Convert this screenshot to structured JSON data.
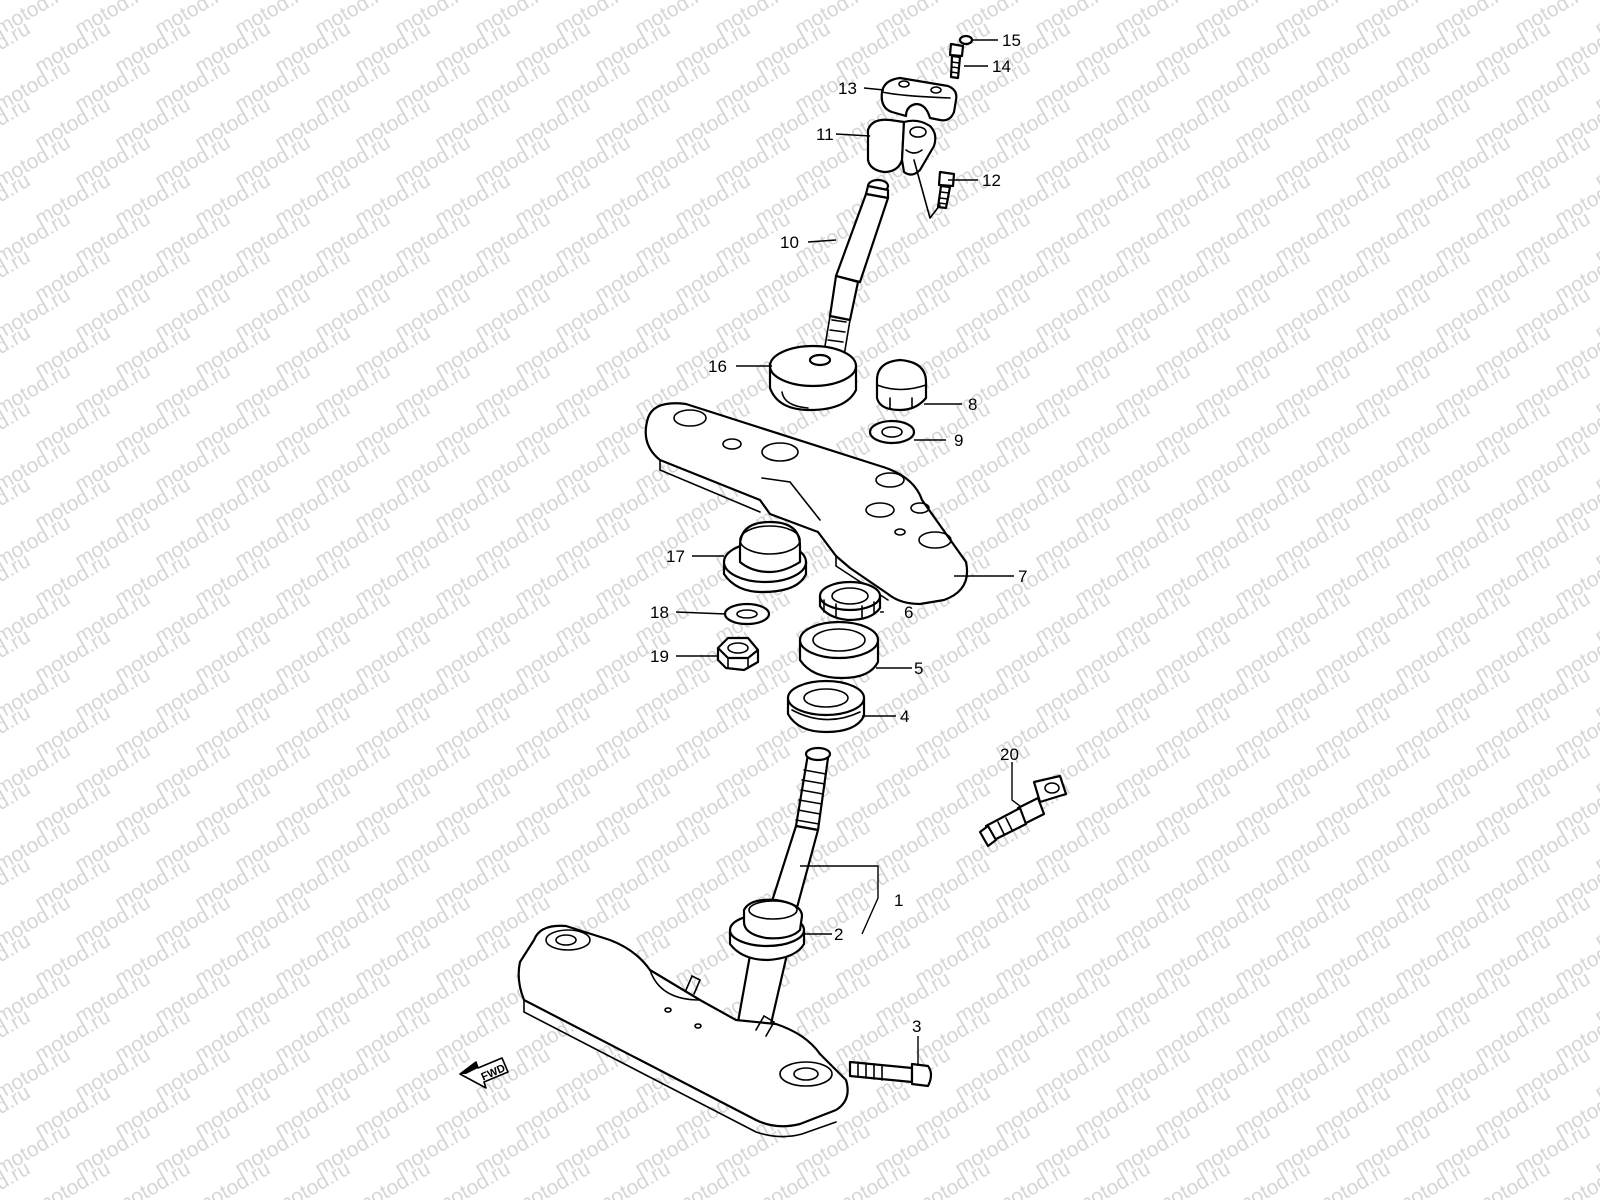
{
  "watermark": "motod.ru",
  "direction_label": "FWD",
  "callouts": [
    {
      "id": "c1",
      "text": "1"
    },
    {
      "id": "c2",
      "text": "2"
    },
    {
      "id": "c3",
      "text": "3"
    },
    {
      "id": "c4",
      "text": "4"
    },
    {
      "id": "c5",
      "text": "5"
    },
    {
      "id": "c6",
      "text": "6"
    },
    {
      "id": "c7",
      "text": "7"
    },
    {
      "id": "c8",
      "text": "8"
    },
    {
      "id": "c9",
      "text": "9"
    },
    {
      "id": "c10",
      "text": "10"
    },
    {
      "id": "c11",
      "text": "11"
    },
    {
      "id": "c12",
      "text": "12"
    },
    {
      "id": "c13",
      "text": "13"
    },
    {
      "id": "c14",
      "text": "14"
    },
    {
      "id": "c15",
      "text": "15"
    },
    {
      "id": "c16",
      "text": "16"
    },
    {
      "id": "c17",
      "text": "17"
    },
    {
      "id": "c18",
      "text": "18"
    },
    {
      "id": "c19",
      "text": "19"
    },
    {
      "id": "c20",
      "text": "20"
    }
  ],
  "colors": {
    "line": "#000000",
    "watermark": "#d6d6d6",
    "background": "#ffffff"
  }
}
